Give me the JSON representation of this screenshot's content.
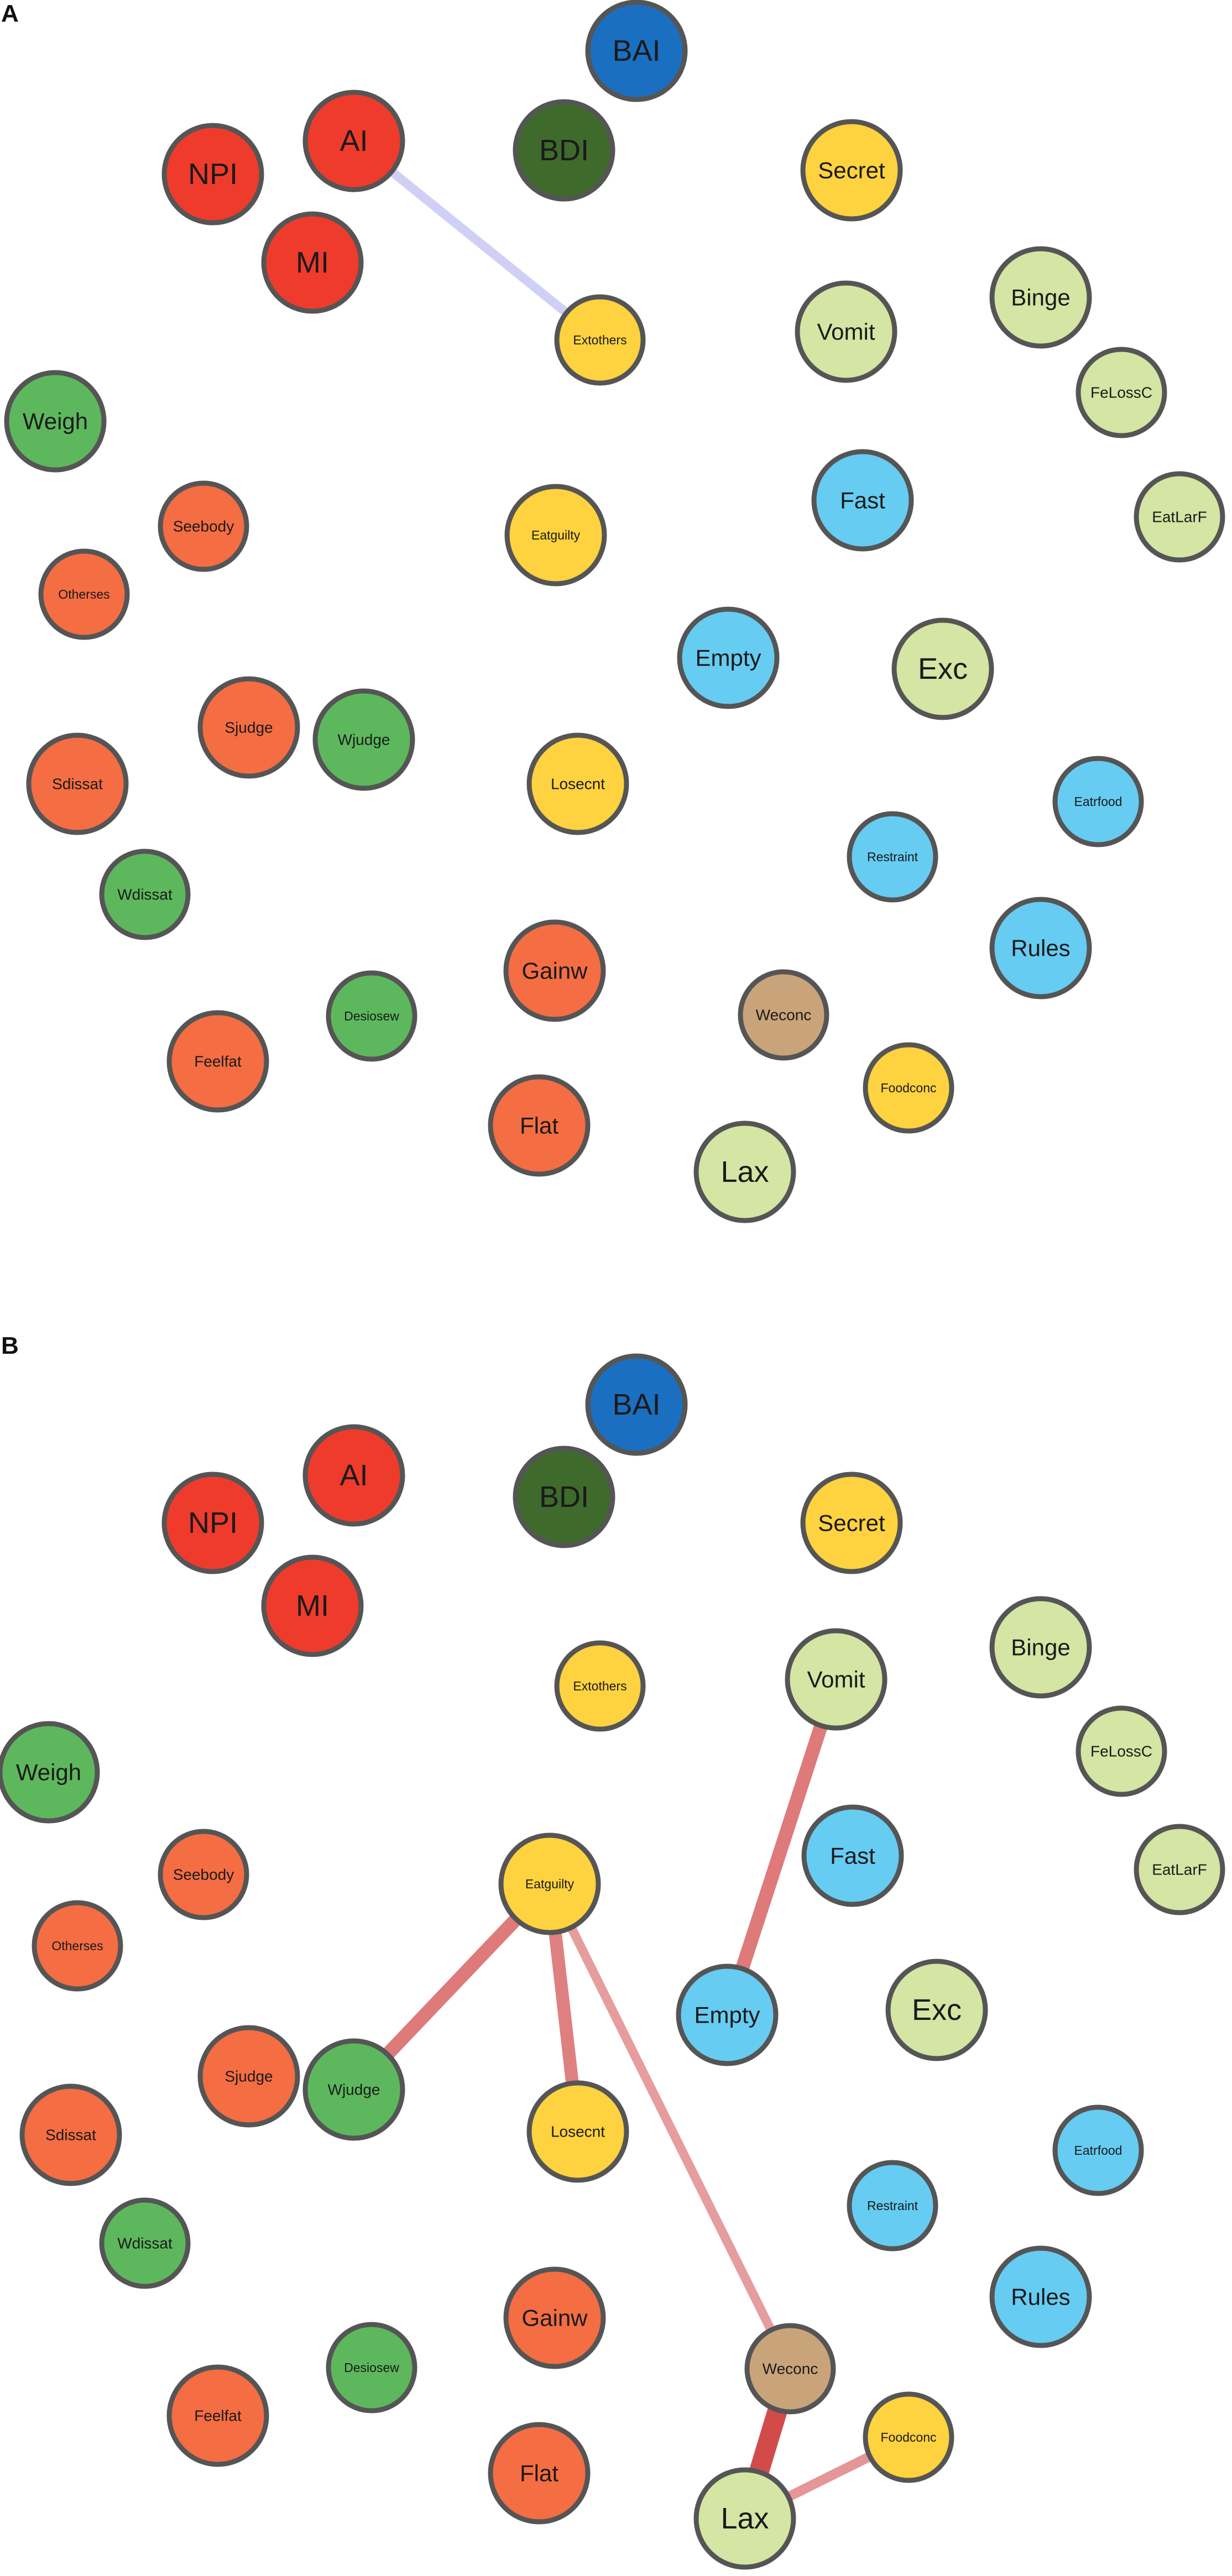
{
  "colors": {
    "red": "#EF3B2C",
    "orange": "#F46D43",
    "yellow": "#FFD23F",
    "green": "#5DB85D",
    "lightgreen": "#D4E5A4",
    "lightblue": "#66CCF2",
    "darkblue": "#1A6FC1",
    "darkgreen": "#3E6A2C",
    "tan": "#C9A47A",
    "edge_pos": "#D24B4B",
    "edge_neg": "#A8A8F0"
  },
  "panels": [
    {
      "letter": "A",
      "nodes": [
        {
          "label": "BAI",
          "color": "darkblue"
        },
        {
          "label": "AI",
          "color": "red"
        },
        {
          "label": "BDI",
          "color": "darkgreen"
        },
        {
          "label": "NPI",
          "color": "red"
        },
        {
          "label": "Secret",
          "color": "yellow"
        },
        {
          "label": "MI",
          "color": "red"
        },
        {
          "label": "Binge",
          "color": "lightgreen"
        },
        {
          "label": "Extothers",
          "color": "yellow"
        },
        {
          "label": "Vomit",
          "color": "lightgreen"
        },
        {
          "label": "FeLossC",
          "color": "lightgreen"
        },
        {
          "label": "Weigh",
          "color": "green"
        },
        {
          "label": "Fast",
          "color": "lightblue"
        },
        {
          "label": "EatLarF",
          "color": "lightgreen"
        },
        {
          "label": "Seebody",
          "color": "orange"
        },
        {
          "label": "Eatguilty",
          "color": "yellow"
        },
        {
          "label": "Otherses",
          "color": "orange"
        },
        {
          "label": "Empty",
          "color": "lightblue"
        },
        {
          "label": "Exc",
          "color": "lightgreen"
        },
        {
          "label": "Sjudge",
          "color": "orange"
        },
        {
          "label": "Wjudge",
          "color": "green"
        },
        {
          "label": "Sdissat",
          "color": "orange"
        },
        {
          "label": "Losecnt",
          "color": "yellow"
        },
        {
          "label": "Eatrfood",
          "color": "lightblue"
        },
        {
          "label": "Restraint",
          "color": "lightblue"
        },
        {
          "label": "Wdissat",
          "color": "green"
        },
        {
          "label": "Rules",
          "color": "lightblue"
        },
        {
          "label": "Gainw",
          "color": "orange"
        },
        {
          "label": "Desiosew",
          "color": "green"
        },
        {
          "label": "Weconc",
          "color": "tan"
        },
        {
          "label": "Feelfat",
          "color": "orange"
        },
        {
          "label": "Foodconc",
          "color": "yellow"
        },
        {
          "label": "Flat",
          "color": "orange"
        },
        {
          "label": "Lax",
          "color": "lightgreen"
        }
      ],
      "edges": [
        {
          "from": "AI",
          "to": "Extothers",
          "sign": "negative",
          "weight": 0.3
        }
      ]
    },
    {
      "letter": "B",
      "nodes": [
        {
          "label": "BAI",
          "color": "darkblue"
        },
        {
          "label": "AI",
          "color": "red"
        },
        {
          "label": "BDI",
          "color": "darkgreen"
        },
        {
          "label": "NPI",
          "color": "red"
        },
        {
          "label": "Secret",
          "color": "yellow"
        },
        {
          "label": "MI",
          "color": "red"
        },
        {
          "label": "Binge",
          "color": "lightgreen"
        },
        {
          "label": "Extothers",
          "color": "yellow"
        },
        {
          "label": "Vomit",
          "color": "lightgreen"
        },
        {
          "label": "FeLossC",
          "color": "lightgreen"
        },
        {
          "label": "Weigh",
          "color": "green"
        },
        {
          "label": "Fast",
          "color": "lightblue"
        },
        {
          "label": "EatLarF",
          "color": "lightgreen"
        },
        {
          "label": "Seebody",
          "color": "orange"
        },
        {
          "label": "Eatguilty",
          "color": "yellow"
        },
        {
          "label": "Otherses",
          "color": "orange"
        },
        {
          "label": "Empty",
          "color": "lightblue"
        },
        {
          "label": "Exc",
          "color": "lightgreen"
        },
        {
          "label": "Sjudge",
          "color": "orange"
        },
        {
          "label": "Wjudge",
          "color": "green"
        },
        {
          "label": "Sdissat",
          "color": "orange"
        },
        {
          "label": "Losecnt",
          "color": "yellow"
        },
        {
          "label": "Eatrfood",
          "color": "lightblue"
        },
        {
          "label": "Restraint",
          "color": "lightblue"
        },
        {
          "label": "Wdissat",
          "color": "green"
        },
        {
          "label": "Rules",
          "color": "lightblue"
        },
        {
          "label": "Gainw",
          "color": "orange"
        },
        {
          "label": "Desiosew",
          "color": "green"
        },
        {
          "label": "Weconc",
          "color": "tan"
        },
        {
          "label": "Feelfat",
          "color": "orange"
        },
        {
          "label": "Foodconc",
          "color": "yellow"
        },
        {
          "label": "Flat",
          "color": "orange"
        },
        {
          "label": "Lax",
          "color": "lightgreen"
        }
      ],
      "edges": [
        {
          "from": "Vomit",
          "to": "Empty",
          "sign": "positive",
          "weight": 0.6
        },
        {
          "from": "Eatguilty",
          "to": "Wjudge",
          "sign": "positive",
          "weight": 0.6
        },
        {
          "from": "Eatguilty",
          "to": "Losecnt",
          "sign": "positive",
          "weight": 0.55
        },
        {
          "from": "Eatguilty",
          "to": "Weconc",
          "sign": "positive",
          "weight": 0.3
        },
        {
          "from": "Weconc",
          "to": "Lax",
          "sign": "positive",
          "weight": 1.0
        },
        {
          "from": "Foodconc",
          "to": "Lax",
          "sign": "positive",
          "weight": 0.35
        }
      ]
    }
  ]
}
